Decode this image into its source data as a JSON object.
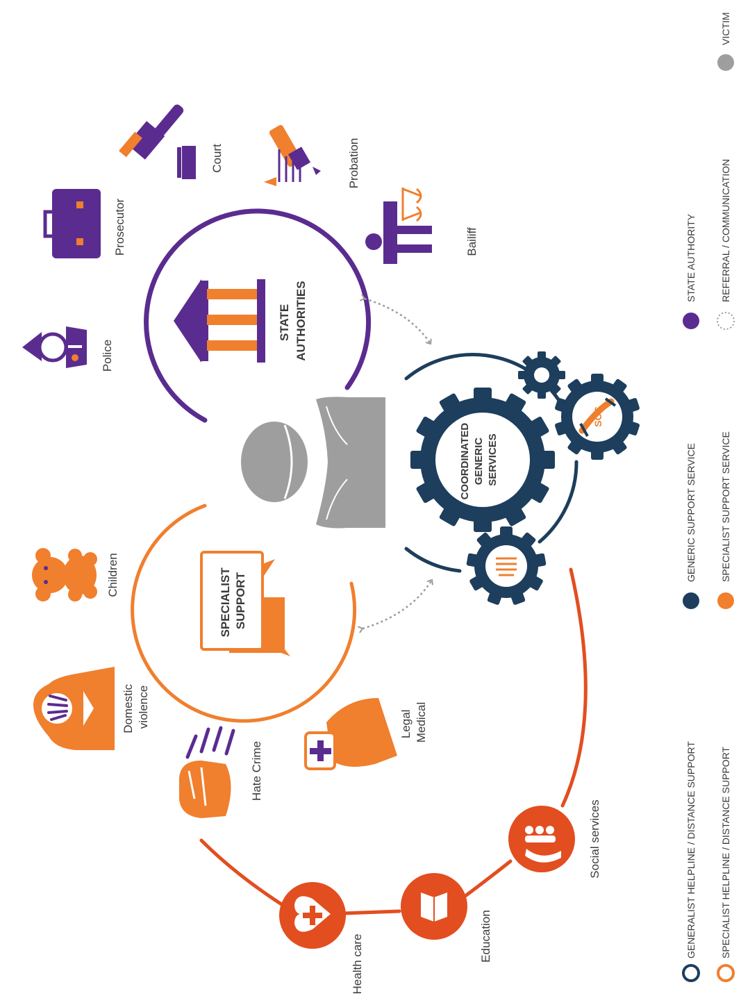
{
  "colors": {
    "state": "#5b2c8f",
    "specialist": "#f07f2e",
    "generic": "#1d3e5c",
    "public_services": "#e24e1f",
    "victim": "#9e9e9e",
    "referral": "#9a9a9a"
  },
  "centers": {
    "state": [
      "STATE",
      "AUTHORITIES"
    ],
    "specialist": [
      "SPECIALIST",
      "SUPPORT"
    ],
    "generic": [
      "COORDINATED",
      "GENERIC",
      "SERVICES"
    ],
    "sos": "SOS"
  },
  "actors": {
    "police": "Police",
    "prosecutor": "Prosecutor",
    "court": "Court",
    "probation": "Probation",
    "bailiff": "Bailiff",
    "children": "Children",
    "domestic_violence": [
      "Domestic",
      "violence"
    ],
    "hate_crime": "Hate Crime",
    "legal_medical": [
      "Legal",
      "Medical"
    ],
    "social_services": "Social services",
    "education": "Education",
    "health_care": "Health care"
  },
  "icons": {
    "police": "police-officer-icon",
    "prosecutor": "briefcase-icon",
    "court": "gavel-icon",
    "probation": "pen-document-icon",
    "bailiff": "scales-person-icon",
    "children": "teddy-bear-icon",
    "domestic_violence": "woman-hand-icon",
    "hate_crime": "fist-icon",
    "legal_medical": "medical-hand-icon",
    "social_services": "hand-people-icon",
    "education": "book-icon",
    "health_care": "heart-cross-icon",
    "victim": "victim-person-icon",
    "state_building": "government-building-icon",
    "speech_bubbles": "speech-bubble-icon",
    "sos_phone": "sos-phone-icon"
  },
  "legend": {
    "generalist_helpline": "GENERALIST HELPLINE / DISTANCE SUPPORT",
    "specialist_helpline": "SPECIALIST HELPLINE / DISTANCE SUPPORT",
    "generic_support": "GENERIC SUPPORT SERVICE",
    "specialist_support": "SPECIALIST SUPPORT SERVICE",
    "state_authority": "STATE AUTHORITY",
    "referral": "REFERRAL / COMMUNICATION",
    "victim": "VICTIM"
  }
}
